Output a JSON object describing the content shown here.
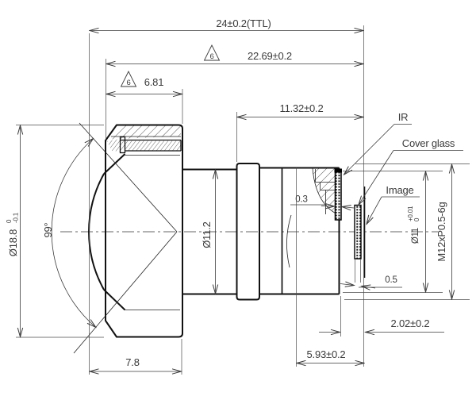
{
  "meta": {
    "description": "Mechanical cross-section drawing of an M12 board lens with dimensions"
  },
  "colors": {
    "background": "#ffffff",
    "body_line": "#111111",
    "dim_line": "#3a3a3a",
    "text": "#3a3a3a"
  },
  "dimensions": {
    "total_track": "24±0.2(TTL)",
    "barrel_to_image": "22.69±0.2",
    "front_group_length": "6.81",
    "rear_to_image": "11.32±0.2",
    "front_barrel_length": "7.8",
    "ir_thickness": "0.3",
    "cover_glass_thickness": "0.5",
    "rear_clearance": "2.02±0.2",
    "thread_end_to_image": "5.93±0.2",
    "neck_diameter": "Ø11.2",
    "front_diameter": {
      "value": "Ø18.8",
      "tol_upper": "0",
      "tol_lower": "-0.1"
    },
    "bore_diameter": {
      "value": "Ø11",
      "tol_upper": "+0.01",
      "tol_lower": "0"
    },
    "fov_angle": "99°",
    "thread_spec": "M12xP0.5-6g",
    "revision_flag": "6"
  },
  "annotations": {
    "ir_filter": "IR",
    "cover_glass": "Cover glass",
    "image_plane": "Image"
  }
}
